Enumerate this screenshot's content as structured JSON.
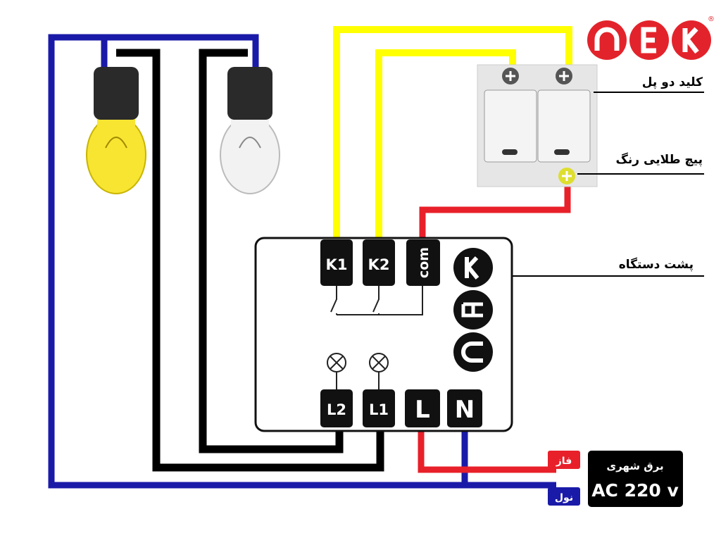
{
  "brand": {
    "logo_text": "AEK",
    "registered": "®"
  },
  "labels": {
    "double_switch": "کلید دو پل",
    "gold_screw": "پیچ طلایی رنگ",
    "device_back": "پشت دستگاه"
  },
  "terminals": {
    "k1": "K1",
    "k2": "K2",
    "com": "com",
    "l2": "L2",
    "l1": "L1",
    "l": "L",
    "n": "N"
  },
  "power": {
    "title": "برق شهری",
    "voltage": "AC 220 v",
    "phase": "فاز",
    "neutral": "نول"
  },
  "colors": {
    "phase": "#e8202a",
    "neutral": "#1a1aa8",
    "switch_wire": "#ffff00",
    "load_wire": "#000000",
    "logo": "#e3232b"
  }
}
